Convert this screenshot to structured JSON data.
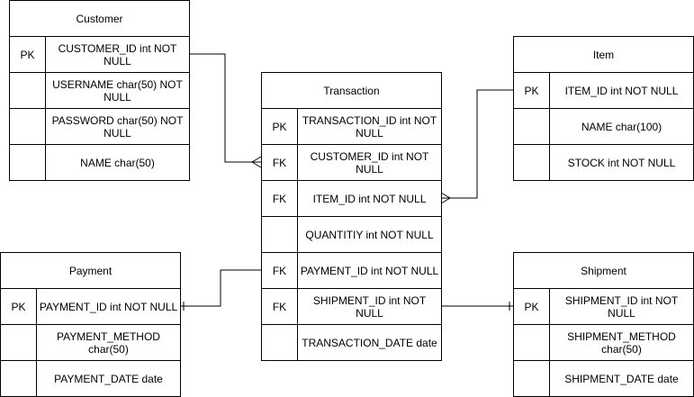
{
  "colors": {
    "line": "#000000",
    "background": "#ffffff"
  },
  "entities": {
    "customer": {
      "title": "Customer",
      "rows": [
        {
          "key": "PK",
          "field": "CUSTOMER_ID int NOT NULL"
        },
        {
          "key": "",
          "field": "USERNAME char(50) NOT NULL"
        },
        {
          "key": "",
          "field": "PASSWORD char(50) NOT NULL"
        },
        {
          "key": "",
          "field": "NAME char(50)"
        }
      ]
    },
    "item": {
      "title": "Item",
      "rows": [
        {
          "key": "PK",
          "field": "ITEM_ID int NOT NULL"
        },
        {
          "key": "",
          "field": "NAME char(100)"
        },
        {
          "key": "",
          "field": "STOCK int NOT NULL"
        }
      ]
    },
    "transaction": {
      "title": "Transaction",
      "rows": [
        {
          "key": "PK",
          "field": "TRANSACTION_ID int NOT NULL"
        },
        {
          "key": "FK",
          "field": "CUSTOMER_ID int NOT NULL"
        },
        {
          "key": "FK",
          "field": "ITEM_ID int NOT NULL"
        },
        {
          "key": "",
          "field": "QUANTITIY int NOT NULL"
        },
        {
          "key": "FK",
          "field": "PAYMENT_ID int NOT NULL"
        },
        {
          "key": "FK",
          "field": "SHIPMENT_ID int NOT NULL"
        },
        {
          "key": "",
          "field": "TRANSACTION_DATE date"
        }
      ]
    },
    "payment": {
      "title": "Payment",
      "rows": [
        {
          "key": "PK",
          "field": "PAYMENT_ID int NOT NULL"
        },
        {
          "key": "",
          "field": "PAYMENT_METHOD char(50)"
        },
        {
          "key": "",
          "field": "PAYMENT_DATE date"
        }
      ]
    },
    "shipment": {
      "title": "Shipment",
      "rows": [
        {
          "key": "PK",
          "field": "SHIPMENT_ID int NOT NULL"
        },
        {
          "key": "",
          "field": "SHIPMENT_METHOD char(50)"
        },
        {
          "key": "",
          "field": "SHIPMENT_DATE date"
        }
      ]
    }
  },
  "relationships": [
    {
      "from": "customer.CUSTOMER_ID",
      "to": "transaction.CUSTOMER_ID",
      "cardinality": "one-to-many"
    },
    {
      "from": "item.ITEM_ID",
      "to": "transaction.ITEM_ID",
      "cardinality": "one-to-many"
    },
    {
      "from": "payment.PAYMENT_ID",
      "to": "transaction.PAYMENT_ID",
      "cardinality": "one-to-one"
    },
    {
      "from": "shipment.SHIPMENT_ID",
      "to": "transaction.SHIPMENT_ID",
      "cardinality": "one-to-one"
    }
  ]
}
